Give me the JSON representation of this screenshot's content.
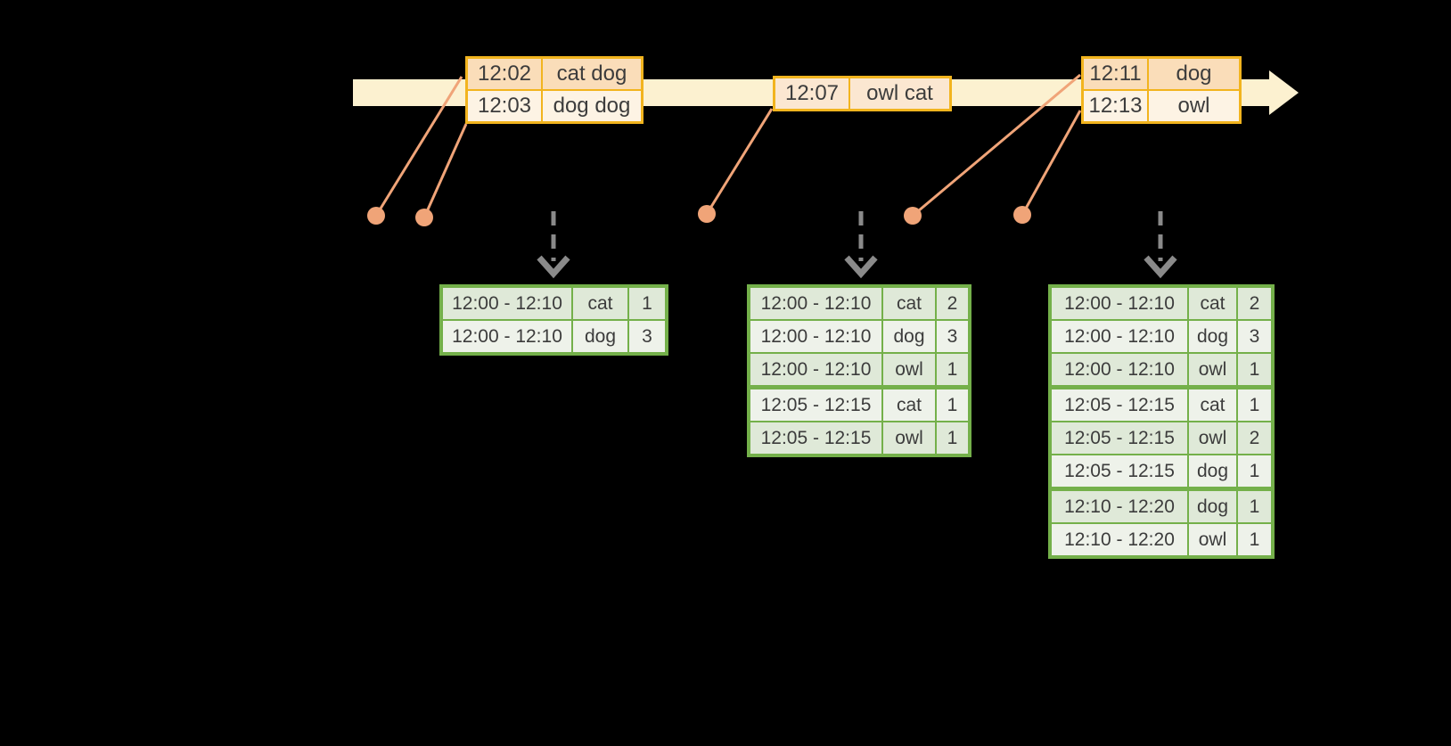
{
  "colors": {
    "background": "#000000",
    "timeline_fill": "#FCF1D0",
    "event_table_border": "#F2B41E",
    "event_row_peach": "#FADDB9",
    "event_row_cream": "#FDF3E4",
    "event_row_mid": "#FBE7D1",
    "connector_dot": "#F0A478",
    "trigger_arrow": "#8A8A8A",
    "result_table_border": "#74B04A",
    "result_row_dark": "#DFE9D8",
    "result_row_light": "#EEF2EA",
    "text": "#3C3C3C"
  },
  "icons": {
    "timeline_arrow": "right-arrow",
    "event_dot": "filled-circle",
    "trigger_arrow": "dashed-down-arrow"
  },
  "event_tables": [
    {
      "rows": [
        {
          "time": "12:02",
          "words": "cat dog"
        },
        {
          "time": "12:03",
          "words": "dog dog"
        }
      ]
    },
    {
      "rows": [
        {
          "time": "12:07",
          "words": "owl cat"
        }
      ]
    },
    {
      "rows": [
        {
          "time": "12:11",
          "words": "dog"
        },
        {
          "time": "12:13",
          "words": "owl"
        }
      ]
    }
  ],
  "result_tables": [
    {
      "rows": [
        {
          "window": "12:00 - 12:10",
          "word": "cat",
          "count": "1"
        },
        {
          "window": "12:00 - 12:10",
          "word": "dog",
          "count": "3"
        }
      ]
    },
    {
      "rows": [
        {
          "window": "12:00 - 12:10",
          "word": "cat",
          "count": "2"
        },
        {
          "window": "12:00 - 12:10",
          "word": "dog",
          "count": "3"
        },
        {
          "window": "12:00 - 12:10",
          "word": "owl",
          "count": "1"
        },
        {
          "window": "12:05 - 12:15",
          "word": "cat",
          "count": "1"
        },
        {
          "window": "12:05 - 12:15",
          "word": "owl",
          "count": "1"
        }
      ]
    },
    {
      "rows": [
        {
          "window": "12:00 - 12:10",
          "word": "cat",
          "count": "2"
        },
        {
          "window": "12:00 - 12:10",
          "word": "dog",
          "count": "3"
        },
        {
          "window": "12:00 - 12:10",
          "word": "owl",
          "count": "1"
        },
        {
          "window": "12:05 - 12:15",
          "word": "cat",
          "count": "1"
        },
        {
          "window": "12:05 - 12:15",
          "word": "owl",
          "count": "2"
        },
        {
          "window": "12:05 - 12:15",
          "word": "dog",
          "count": "1"
        },
        {
          "window": "12:10 - 12:20",
          "word": "dog",
          "count": "1"
        },
        {
          "window": "12:10 - 12:20",
          "word": "owl",
          "count": "1"
        }
      ]
    }
  ]
}
